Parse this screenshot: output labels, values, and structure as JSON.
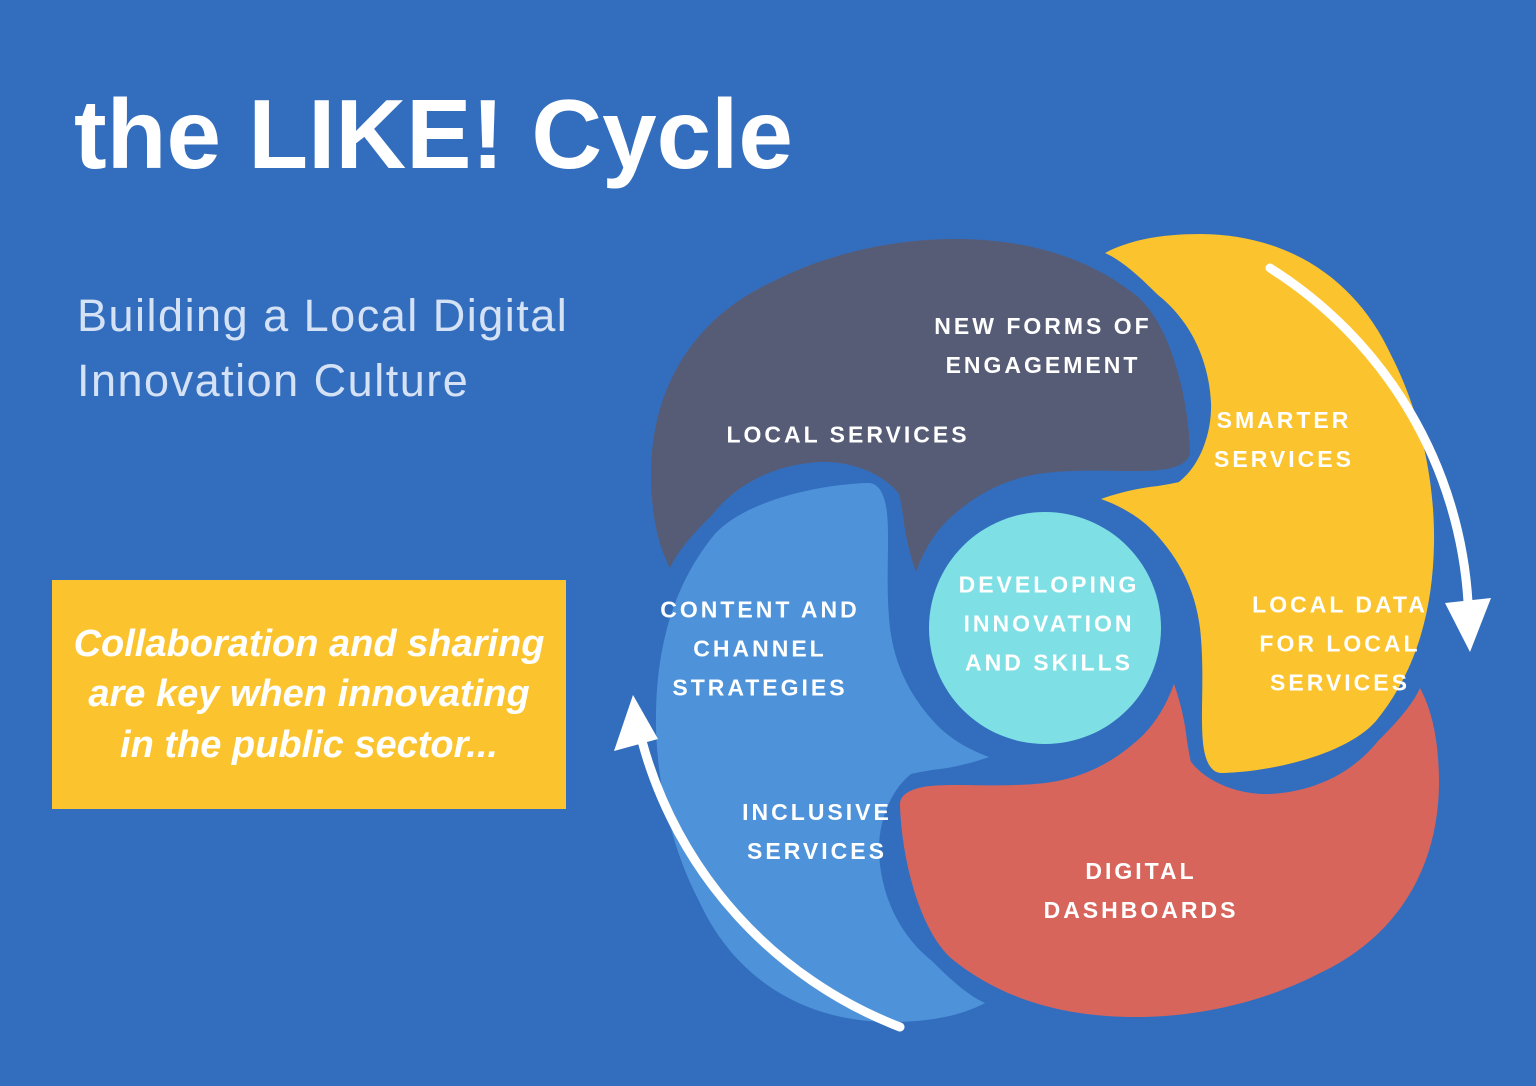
{
  "page": {
    "title": "the LIKE! Cycle",
    "subtitle": "Building a Local Digital\nInnovation Culture"
  },
  "callout": {
    "text": "Collaboration and sharing\nare key when innovating\nin the public sector..."
  },
  "diagram": {
    "center_label": "DEVELOPING\nINNOVATION\nAND SKILLS",
    "labels": {
      "new_forms": "NEW FORMS OF\nENGAGEMENT",
      "local_services": "LOCAL SERVICES",
      "smarter_services": "SMARTER\nSERVICES",
      "local_data": "LOCAL DATA\nFOR LOCAL\nSERVICES",
      "content_channel": "CONTENT AND\nCHANNEL\nSTRATEGIES",
      "inclusive_services": "INCLUSIVE\nSERVICES",
      "digital_dashboards": "DIGITAL\nDASHBOARDS"
    },
    "arrows": {
      "direction": "clockwise"
    }
  },
  "colors": {
    "background": "#336EBE",
    "petal_dark": "#565C76",
    "petal_yellow": "#FBC32D",
    "petal_red": "#D8655C",
    "petal_blue": "#4E93DA",
    "center_circle": "#7EE0E5",
    "callout_bg": "#FBC32D",
    "arrow": "#FFFFFF",
    "title_text": "#FFFFFF",
    "subtitle_text": "#D5E2F6",
    "label_text": "#FFFFFF"
  }
}
